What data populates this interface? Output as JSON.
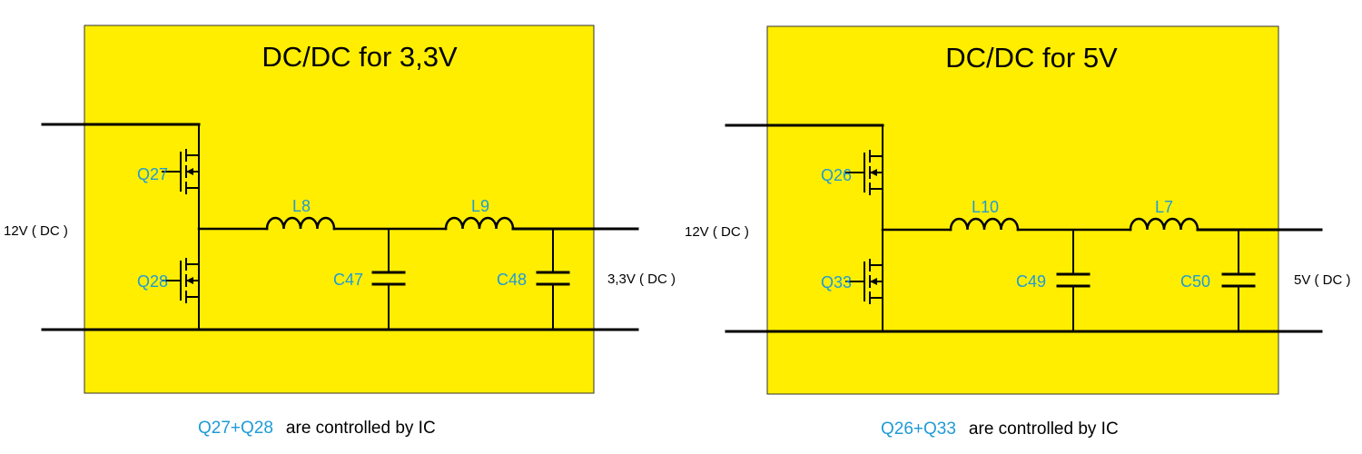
{
  "colors": {
    "panel_fill": "#ffee00",
    "component_label": "#1e9bd7",
    "wire": "#000000"
  },
  "panels": [
    {
      "title": "DC/DC for 3,3V",
      "input_label": "12V ( DC )",
      "output_label": "3,3V ( DC )",
      "high_side_fet": "Q27",
      "low_side_fet": "Q28",
      "inductor_1": "L8",
      "capacitor_1": "C47",
      "inductor_2": "L9",
      "capacitor_2": "C48",
      "note_refs": "Q27+Q28",
      "note_text": "are controlled by IC"
    },
    {
      "title": "DC/DC for 5V",
      "input_label": "12V ( DC )",
      "output_label": "5V ( DC )",
      "high_side_fet": "Q26",
      "low_side_fet": "Q33",
      "inductor_1": "L10",
      "capacitor_1": "C49",
      "inductor_2": "L7",
      "capacitor_2": "C50",
      "note_refs": "Q26+Q33",
      "note_text": "are controlled by IC"
    }
  ]
}
